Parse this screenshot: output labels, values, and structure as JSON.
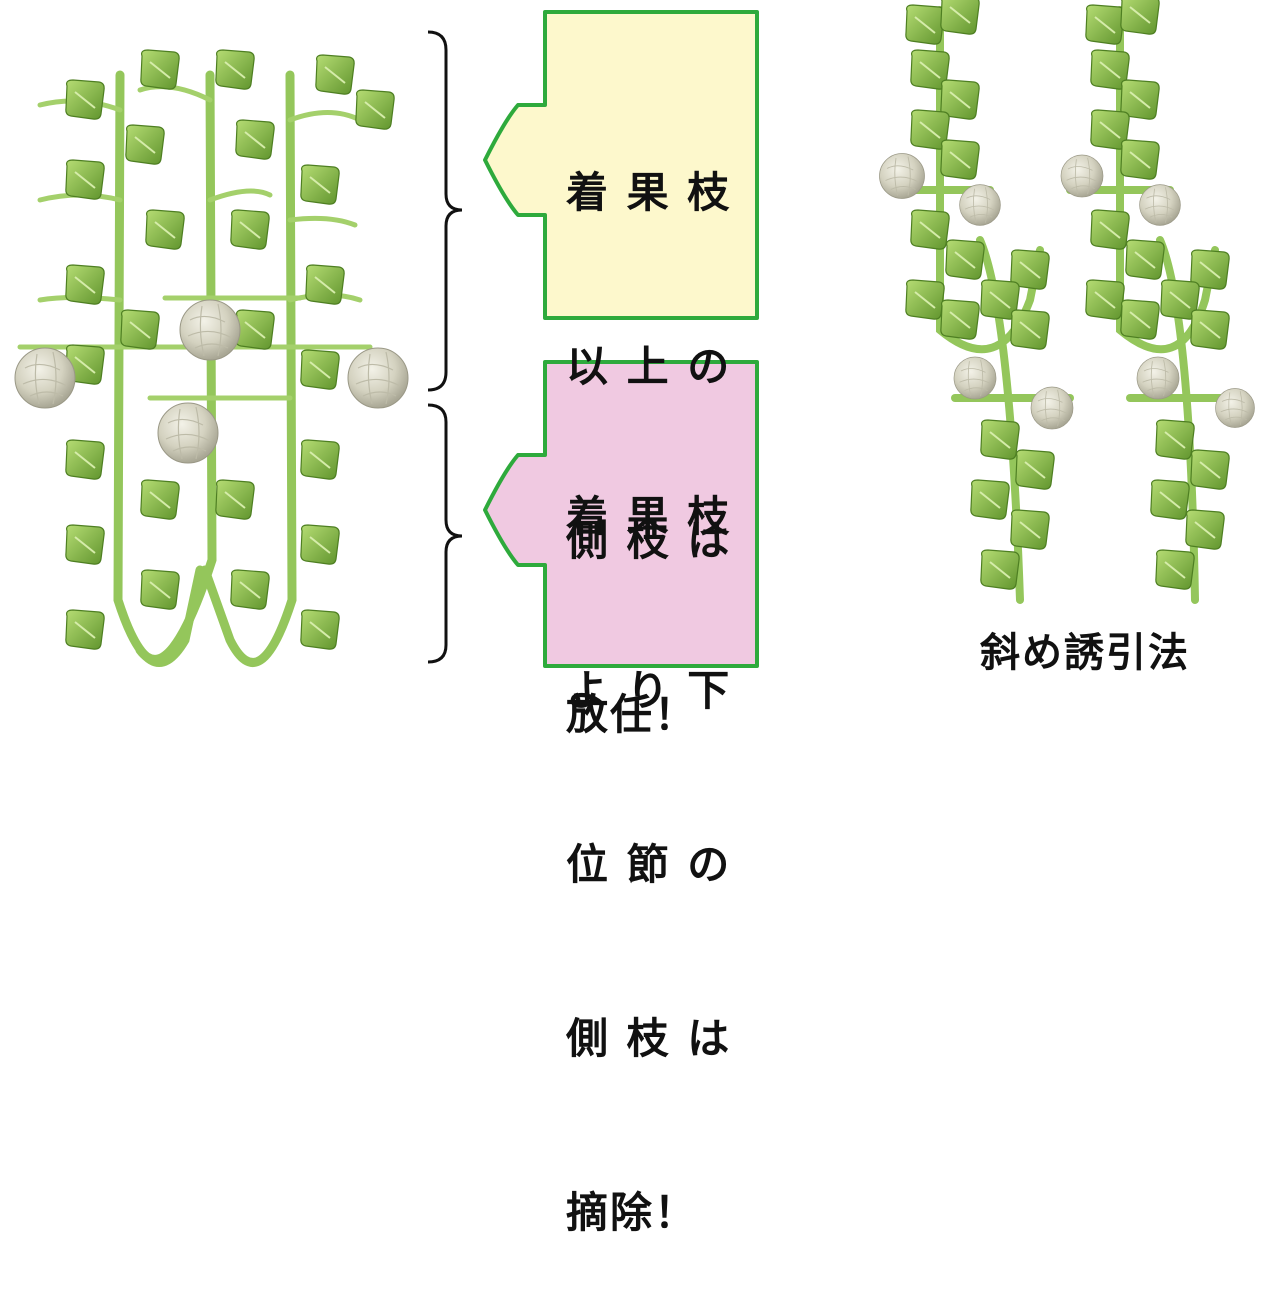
{
  "callouts": {
    "upper": {
      "lines": [
        "着 果 枝",
        "以 上 の",
        "側 枝 は",
        "放任！"
      ],
      "fill": "#fdf8cc",
      "border": "#2eaa3c"
    },
    "lower": {
      "lines": [
        "着 果 枝",
        "よ り 下",
        "位 節 の",
        "側 枝 は",
        "摘除！"
      ],
      "fill": "#f0c9e1",
      "border": "#2eaa3c"
    }
  },
  "caption": "斜め誘引法",
  "colors": {
    "vine": "#93c75a",
    "leaf": "#8fc44f",
    "leaf_dark": "#5e8f2c",
    "melon": "#d9d7c6",
    "bracket": "#111111"
  },
  "icons": [
    "leaf-icon",
    "melon-icon",
    "arrow-icon",
    "bracket-icon"
  ]
}
